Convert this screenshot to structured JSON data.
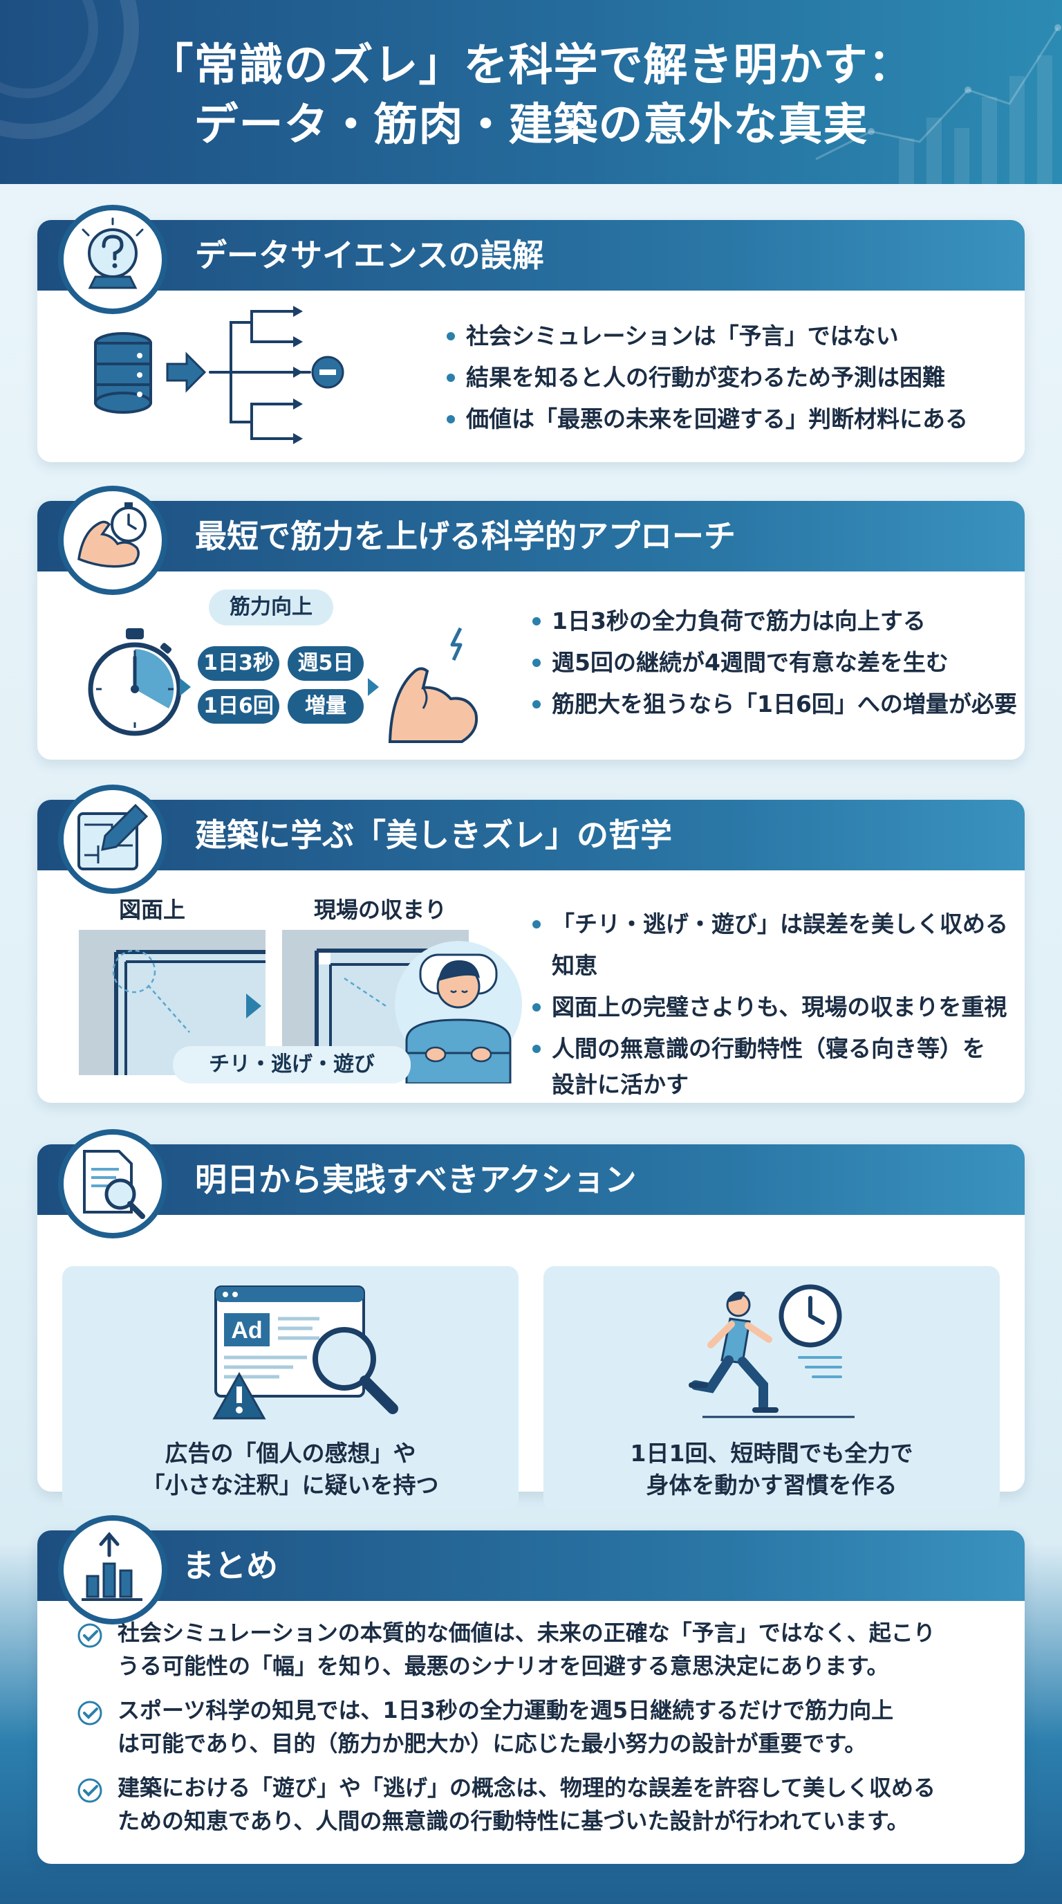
{
  "title": {
    "line1": "「常識のズレ」を科学で解き明かす：",
    "line2": "データ・筋肉・建築の意外な真実"
  },
  "colors": {
    "primary": "#1f5f90",
    "accent": "#2b7fab",
    "light": "#dbeef7"
  },
  "sections": {
    "data_science": {
      "title": "データサイエンスの誤解",
      "icon": "crystal-ball-icon",
      "bullets": [
        "社会シミュレーションは「予言」ではない",
        "結果を知ると人の行動が変わるため予測は困難",
        "価値は「最悪の未来を回避する」判断材料にある"
      ]
    },
    "strength": {
      "title": "最短で筋力を上げる科学的アプローチ",
      "icon": "muscle-stopwatch-icon",
      "label": "筋力向上",
      "pills": [
        "1日3秒",
        "週5日",
        "1日6回",
        "増量"
      ],
      "bullets": [
        "1日3秒の全力負荷で筋力は向上する",
        "週5回の継続が4週間で有意な差を生む",
        "筋肥大を狙うなら「1日6回」への増量が必要"
      ]
    },
    "architecture": {
      "title": "建築に学ぶ「美しきズレ」の哲学",
      "icon": "blueprint-icon",
      "label_plan": "図面上",
      "label_site": "現場の収まり",
      "tag": "チリ・逃げ・遊び",
      "bullets": [
        "「チリ・逃げ・遊び」は誤差を美しく収める知恵",
        "図面上の完璧さよりも、現場の収まりを重視",
        "人間の無意識の行動特性（寝る向き等）を設計に活かす"
      ]
    },
    "actions": {
      "title": "明日から実践すべきアクション",
      "icon": "document-search-icon",
      "ad_label": "Ad",
      "items": [
        {
          "line1": "広告の「個人の感想」や",
          "line2": "「小さな注釈」に疑いを持つ"
        },
        {
          "line1": "1日1回、短時間でも全力で",
          "line2": "身体を動かす習慣を作る"
        }
      ]
    },
    "summary": {
      "title": "まとめ",
      "icon": "bar-chart-arrow-icon",
      "items": [
        {
          "line1": "社会シミュレーションの本質的な価値は、未来の正確な「予言」ではなく、起こり",
          "line2": "うる可能性の「幅」を知り、最悪のシナリオを回避する意思決定にあります。"
        },
        {
          "line1": "スポーツ科学の知見では、1日3秒の全力運動を週5日継続するだけで筋力向上",
          "line2": "は可能であり、目的（筋力か肥大か）に応じた最小努力の設計が重要です。"
        },
        {
          "line1": "建築における「遊び」や「逃げ」の概念は、物理的な誤差を許容して美しく収める",
          "line2": "ための知恵であり、人間の無意識の行動特性に基づいた設計が行われています。"
        }
      ]
    }
  }
}
